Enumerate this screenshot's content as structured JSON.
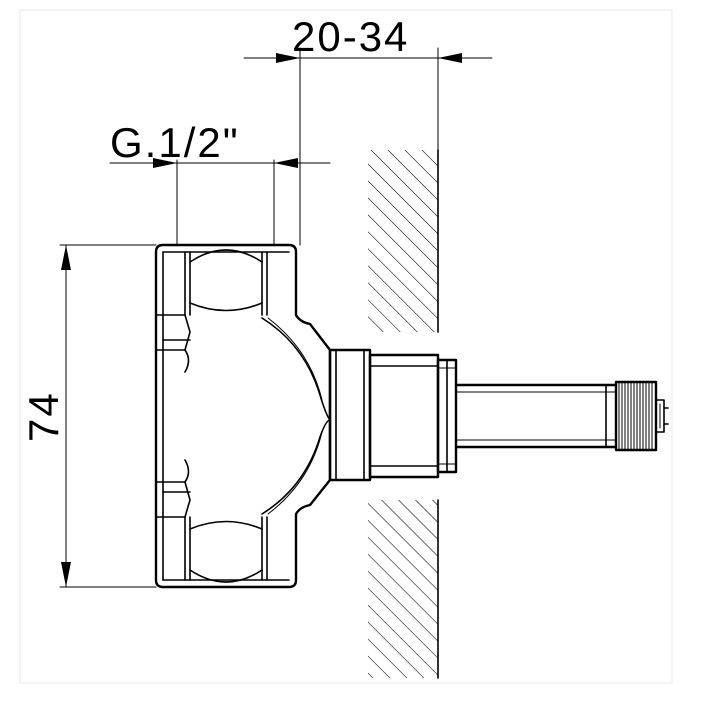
{
  "drawing": {
    "dimensions": {
      "wall_thickness_range": "20-34",
      "thread_size": "G.1/2\"",
      "body_height": "74"
    }
  }
}
